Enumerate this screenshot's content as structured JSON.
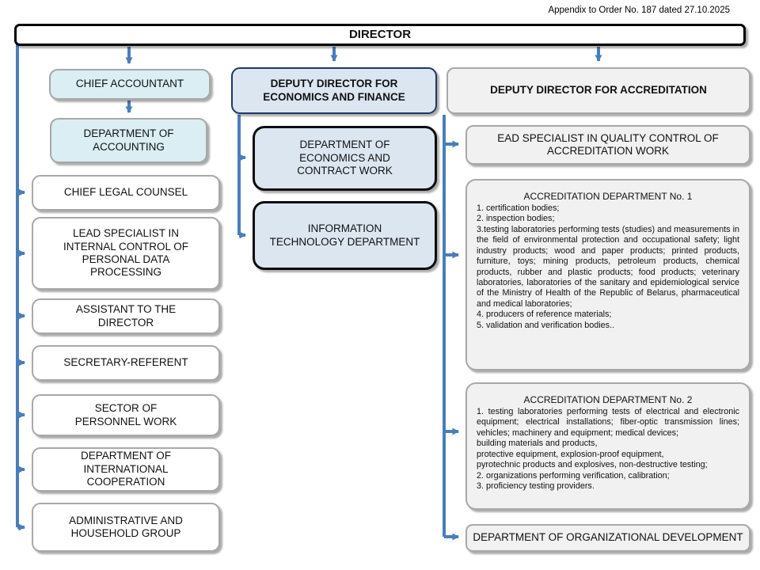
{
  "caption": "Appendix to Order No. 187 dated 27.10.2025",
  "director": {
    "label": "DIRECTOR"
  },
  "left_branch": {
    "accounting": [
      {
        "label": "CHIEF ACCOUNTANT"
      },
      {
        "label": "DEPARTMENT OF ACCOUNTING"
      }
    ],
    "units": [
      {
        "label": "CHIEF LEGAL COUNSEL"
      },
      {
        "label": "LEAD SPECIALIST IN INTERNAL CONTROL OF PERSONAL DATA PROCESSING"
      },
      {
        "label": "ASSISTANT TO THE DIRECTOR"
      },
      {
        "label": "SECRETARY-REFERENT"
      },
      {
        "label": "SECTOR OF PERSONNEL WORK"
      },
      {
        "label": "DEPARTMENT OF INTERNATIONAL COOPERATION"
      },
      {
        "label": "ADMINISTRATIVE AND HOUSEHOLD GROUP"
      }
    ]
  },
  "economics_branch": {
    "head": {
      "label": "DEPUTY DIRECTOR FOR ECONOMICS AND FINANCE"
    },
    "units": [
      {
        "label": "DEPARTMENT OF ECONOMICS AND CONTRACT WORK"
      },
      {
        "label": "INFORMATION TECHNOLOGY DEPARTMENT"
      }
    ]
  },
  "accreditation_branch": {
    "head": {
      "label": "DEPUTY DIRECTOR FOR ACCREDITATION"
    },
    "ead_specialist": {
      "label": "EAD SPECIALIST IN QUALITY CONTROL OF ACCREDITATION WORK"
    },
    "department1": {
      "title": "ACCREDITATION DEPARTMENT No. 1",
      "lines": [
        "1. certification bodies;",
        "2. inspection bodies;",
        "3.testing laboratories performing tests (studies) and measurements in the field of environmental protection and occupational safety; light industry products; wood and paper products; printed products, furniture, toys; mining products, petroleum products, chemical products, rubber and plastic products; food products; veterinary laboratories, laboratories of the sanitary and epidemiological service of the Ministry of Health of the Republic of Belarus, pharmaceutical and medical laboratories;",
        "4. producers of reference materials;",
        "5. validation and verification bodies.."
      ]
    },
    "department2": {
      "title": "ACCREDITATION DEPARTMENT No. 2",
      "lines": [
        "1. testing laboratories performing tests of electrical and electronic equipment; electrical installations; fiber-optic transmission lines; vehicles; machinery and equipment; medical devices;",
        "building materials and products,",
        "protective equipment, explosion-proof equipment,",
        "pyrotechnic products and explosives, non-destructive testing;",
        "2. organizations performing verification, calibration;",
        "3. proficiency testing providers."
      ]
    },
    "org_development": {
      "label": "DEPARTMENT OF ORGANIZATIONAL DEVELOPMENT"
    }
  },
  "colors": {
    "connector_blue": "#4a7ebb",
    "accounting_fill": "#daeef3",
    "economics_fill": "#dce6f1",
    "economics_head_border": "#1f3864",
    "gray_fill": "#f1f1f1",
    "gray_border": "#a8a8a8"
  }
}
